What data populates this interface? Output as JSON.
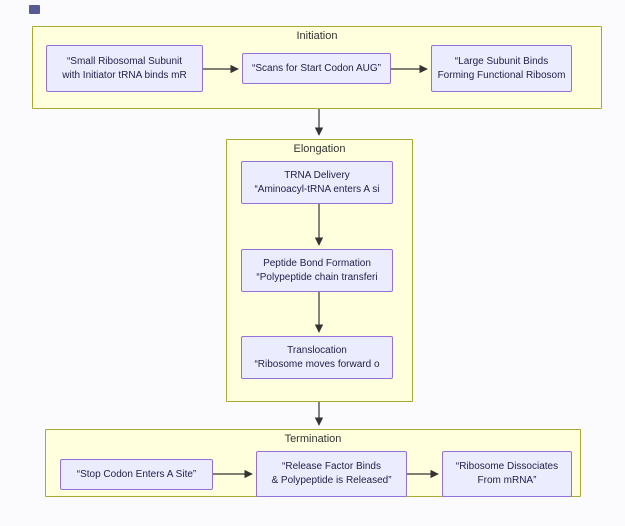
{
  "colors": {
    "cluster_fill": "#ffffde",
    "cluster_border": "#aaaa33",
    "node_fill": "#ececff",
    "node_border": "#9370db",
    "arrow": "#333333",
    "text": "#22224a"
  },
  "initiation": {
    "title": "Initiation",
    "node1": {
      "line1": "“Small Ribosomal Subunit",
      "line2": "with Initiator tRNA binds mR"
    },
    "node2": {
      "line1": "“Scans for Start Codon AUG”"
    },
    "node3": {
      "line1": "“Large Subunit Binds",
      "line2": "Forming Functional Ribosom"
    }
  },
  "elongation": {
    "title": "Elongation",
    "node1": {
      "line1": "TRNA Delivery",
      "line2": "“Aminoacyl-tRNA enters A si"
    },
    "node2": {
      "line1": "Peptide Bond Formation",
      "line2": "“Polypeptide chain transferi"
    },
    "node3": {
      "line1": "Translocation",
      "line2": "“Ribosome moves forward o"
    }
  },
  "termination": {
    "title": "Termination",
    "node1": {
      "line1": "“Stop Codon Enters A Site”"
    },
    "node2": {
      "line1": "“Release Factor Binds",
      "line2": "& Polypeptide is Released”"
    },
    "node3": {
      "line1": "“Ribosome Dissociates",
      "line2": "From mRNA”"
    }
  }
}
